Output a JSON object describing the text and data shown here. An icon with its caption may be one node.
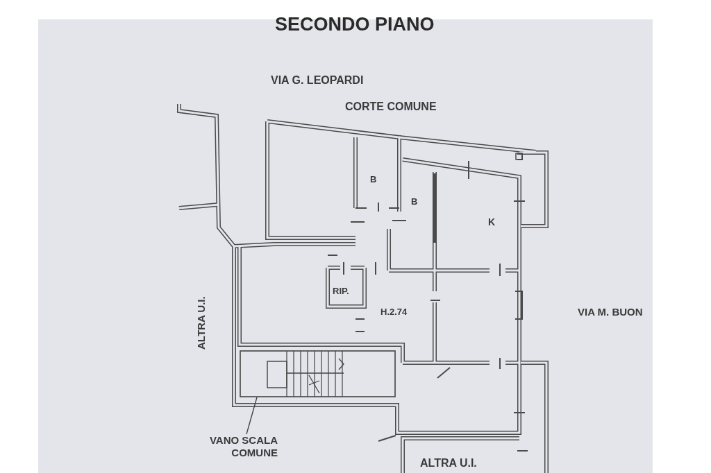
{
  "diagram": {
    "title": "SECONDO PIANO",
    "nodes": [
      {
        "text": [
          "VANO SCALA COMUNE"
        ]
      },
      {
        "text": [],
        "shape": "picture"
      }
    ],
    "edges": [
      {
        "from": 0,
        "to": 1,
        "arrow": "none"
      }
    ],
    "labels": [
      "VIA G. LEOPARDI",
      "CORTE COMUNE",
      "B",
      "B",
      "K",
      "RIP.",
      "H.2.74",
      "ALTRA U.I.",
      "VIA M. BUON",
      "ALTRA U.I."
    ]
  }
}
